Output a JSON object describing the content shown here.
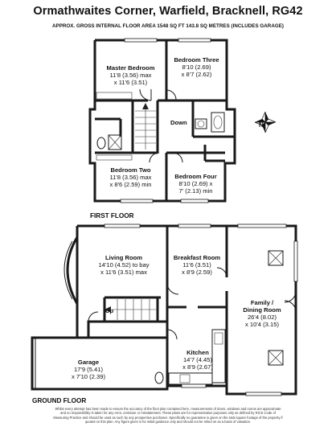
{
  "header": {
    "title": "Ormathwaites Corner, Warfield, Bracknell, RG42",
    "subtitle": "APPROX. GROSS INTERNAL FLOOR AREA 1548 SQ FT 143.8 SQ METRES (INCLUDES GARAGE)"
  },
  "first_floor": {
    "label": "FIRST FLOOR",
    "down_label": "Down",
    "rooms": [
      {
        "name": "Master Bedroom",
        "dim1": "11'8 (3.56) max",
        "dim2": "x 11'6 (3.51)"
      },
      {
        "name": "Bedroom Three",
        "dim1": "8'10 (2.69)",
        "dim2": "x 8'7 (2.62)"
      },
      {
        "name": "Bedroom Two",
        "dim1": "11'8 (3.56) max",
        "dim2": "x 8'6 (2.59) min"
      },
      {
        "name": "Bedroom Four",
        "dim1": "8'10 (2.69) x",
        "dim2": "7' (2.13) min"
      }
    ]
  },
  "ground_floor": {
    "label": "GROUND FLOOR",
    "up_label": "Up",
    "rooms": [
      {
        "name": "Living Room",
        "dim1": "14'10 (4.52) to bay",
        "dim2": "x 11'6 (3.51) max"
      },
      {
        "name": "Breakfast Room",
        "dim1": "11'6 (3.51)",
        "dim2": "x 8'9 (2.59)"
      },
      {
        "name": "Family /",
        "dim1": "Dining Room",
        "dim2": "26'4 (8.02)",
        "dim3": "x 10'4 (3.15)"
      },
      {
        "name": "Garage",
        "dim1": "17'9 (5.41)",
        "dim2": "x 7'10 (2.39)"
      },
      {
        "name": "Kitchen",
        "dim1": "14'7 (4.45)",
        "dim2": "x 8'9 (2.67)"
      }
    ]
  },
  "compass": {
    "letter": "N",
    "icon": "compass-icon"
  },
  "disclaimer": "Whilst every attempt has been made to ensure the accuracy of the floor plan contained here, measurements of doors, windows and rooms are approximate and no responsibility is taken for any error, omission or misstatement. These plans are for representation purposes only as defined by RICS Code of Measuring Practice and should be used as such by any prospective purchaser. Specifically no guarantee is given on the total square footage of the property if quoted on this plan. Any figure given is for initial guidance only and should not be relied on as a basis of valuation."
}
